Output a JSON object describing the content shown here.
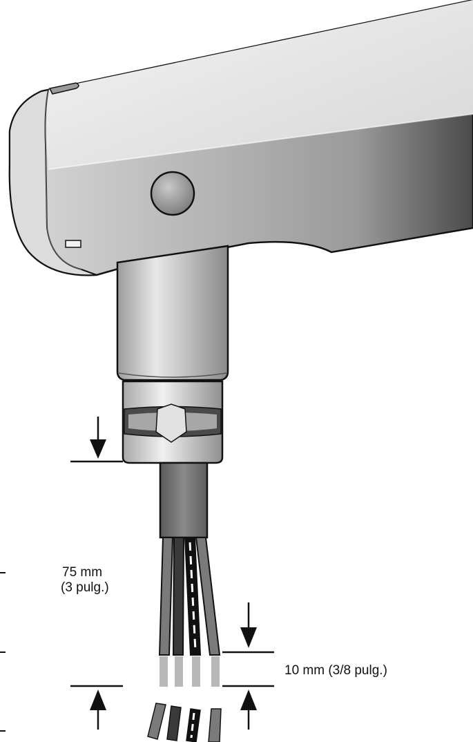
{
  "labels": {
    "length_line1": "75 mm",
    "length_line2": "(3 pulg.)",
    "strip": "10 mm (3/8 pulg.)"
  },
  "colors": {
    "stroke": "#111111",
    "body_light": "#e6e6e6",
    "body_mid": "#c2c2c2",
    "body_dark": "#6a6a6a",
    "cable_jacket": "#6e6e6e",
    "wire_mid": "#7a7a7a",
    "wire_dark": "#3a3a3a",
    "wire_black": "#111111",
    "wire_tip": "#b8b8b8"
  }
}
